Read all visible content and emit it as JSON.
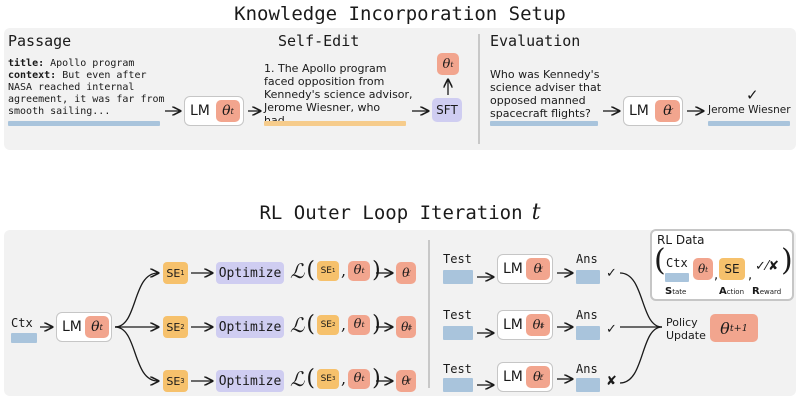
{
  "top": {
    "title": "Knowledge Incorporation Setup",
    "passage_header": "Passage",
    "passage_lines": [
      "title: Apollo program",
      "context: But even after",
      "NASA reached internal",
      "agreement, it was far from",
      "smooth sailing..."
    ],
    "passage_title_label": "title:",
    "passage_title_value": " Apollo program",
    "passage_context_label": "context:",
    "passage_context_value": " But even after",
    "passage_line3": "NASA reached internal",
    "passage_line4": "agreement, it was far from",
    "passage_line5": "smooth sailing...",
    "lm_label": "LM",
    "theta_t": "θ",
    "theta_sub": "t",
    "selfedit_header": "Self-Edit",
    "selfedit_line1": "1. The Apollo program",
    "selfedit_line2": "faced opposition from",
    "selfedit_line3": "Kennedy's science advisor,",
    "selfedit_line4": "Jerome Wiesner, who had...",
    "sft_label": "SFT",
    "eval_header": "Evaluation",
    "eval_line1": "Who was Kennedy's",
    "eval_line2": "science adviser that",
    "eval_line3": "opposed manned",
    "eval_line4": "spacecraft flights?",
    "eval_prime": "′",
    "answer": "Jerome Wiesner",
    "check": "✓"
  },
  "bottom": {
    "title": "RL Outer Loop Iteration",
    "title_var": "t",
    "ctx_label": "Ctx",
    "lm_label": "LM",
    "se_label": "SE",
    "se_subs": [
      "1",
      "2",
      "3"
    ],
    "optimize_label": "Optimize",
    "loss_symbol": "ℒ",
    "test_label": "Test",
    "ans_label": "Ans",
    "theta_sups": [
      "′",
      "‡",
      "″"
    ],
    "results": [
      "✓",
      "✓",
      "✘"
    ],
    "policy_line1": "Policy",
    "policy_line2": "Update",
    "theta_next_sub": "t+1",
    "rl_data_title": "RL Data",
    "state_letter": "S",
    "state_rest": "tate",
    "action_letter": "A",
    "action_rest": "ction",
    "reward_letter": "R",
    "reward_rest": "eward",
    "reward_symbol": "✓⁄✘"
  },
  "colors": {
    "theta": "#f2a58e",
    "se": "#f6c16c",
    "optimize": "#cfcdf1",
    "bar_blue": "#a9c4dc",
    "bar_yellow": "#f6cc8c",
    "panel": "#f2f2f2"
  }
}
